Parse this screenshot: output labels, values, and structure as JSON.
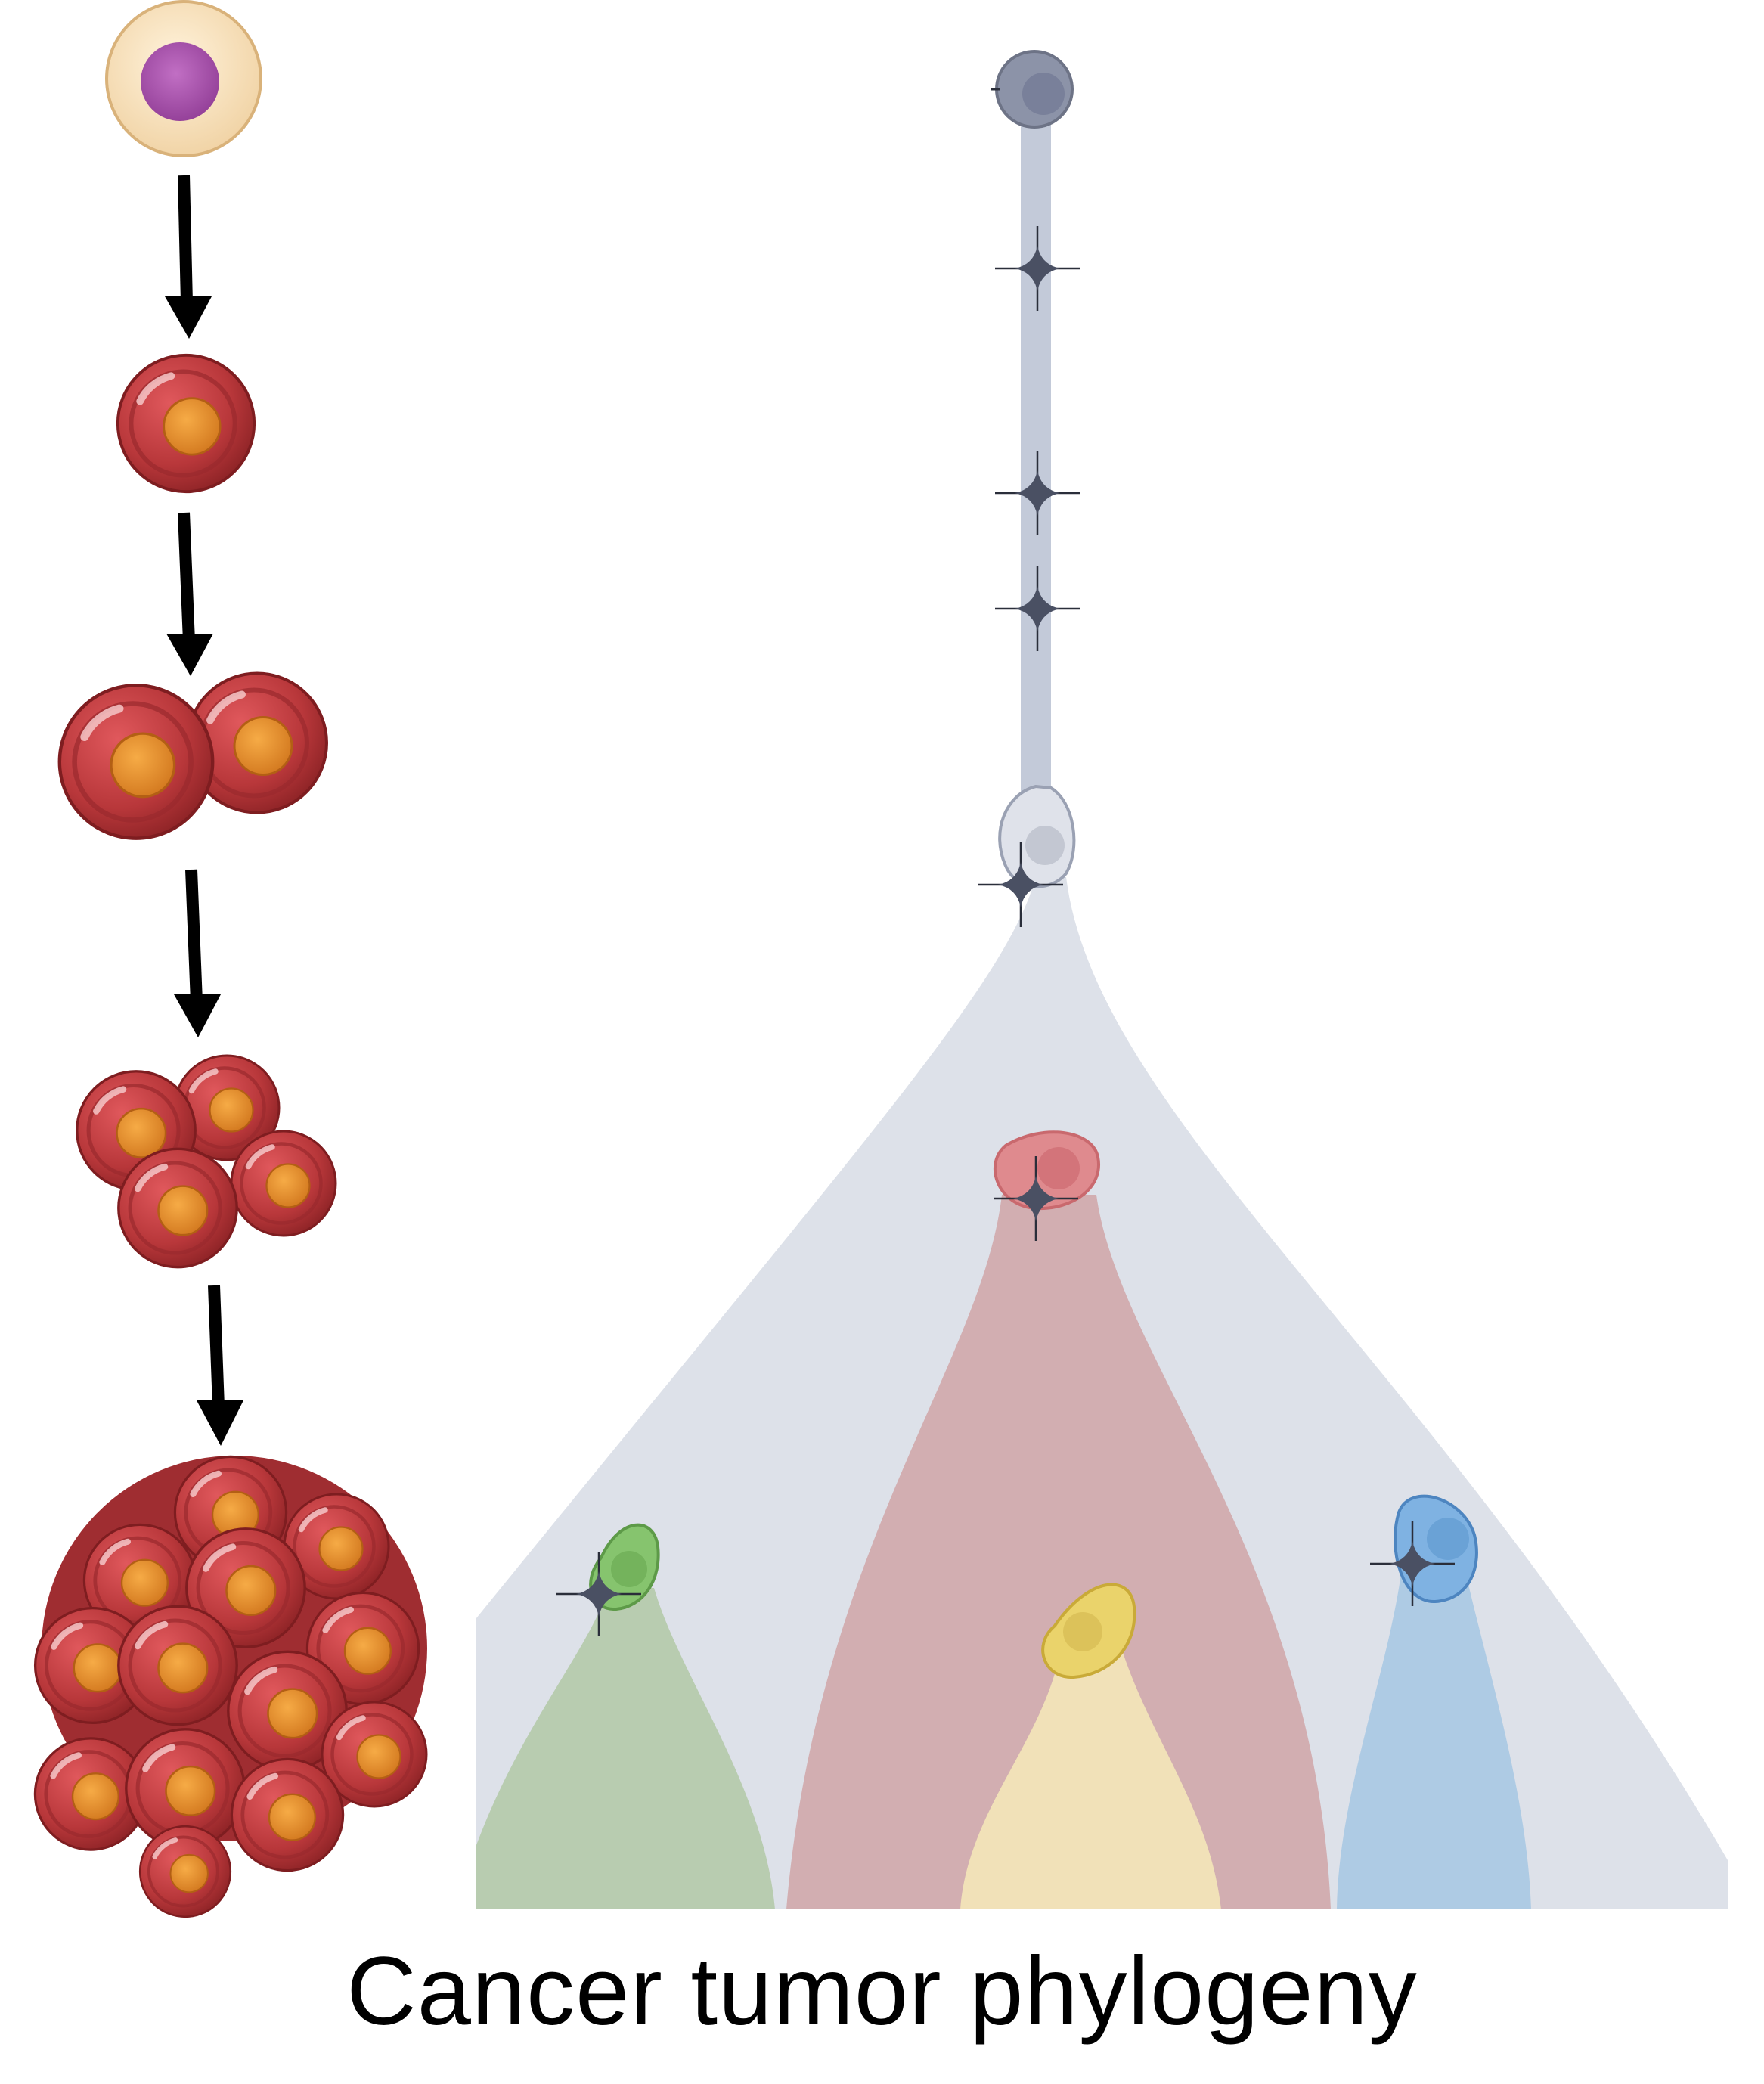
{
  "caption": "Cancer tumor phylogeny",
  "colors": {
    "trunk": "#c3cad9",
    "tree_fill": "#dde1e9",
    "stem_cell": "#8c93a8",
    "founder_cell": "#dfe2ea",
    "clone_red": "#d2aeb1",
    "clone_red_cell": "#df8a8e",
    "clone_green": "#b8ccb0",
    "clone_green_cell": "#86c46e",
    "clone_yellow": "#f1e1b8",
    "clone_yellow_cell": "#ead36b",
    "clone_blue": "#aecbe4",
    "clone_blue_cell": "#7fb2e2",
    "mutation_star": "#4a5063",
    "cancer_cell": "#b8373a",
    "cancer_nucleus": "#e28a2c",
    "normal_cell": "#f5dfb8",
    "normal_nucleus": "#a04ca6"
  },
  "icons": {
    "mutation": "four-point-star-icon",
    "arrow": "down-arrow-icon"
  },
  "growth_stages": [
    "normal cell",
    "transformed cell",
    "2 cells",
    "4 cells",
    "tumor mass"
  ],
  "clones": [
    "green",
    "red",
    "yellow",
    "blue"
  ]
}
